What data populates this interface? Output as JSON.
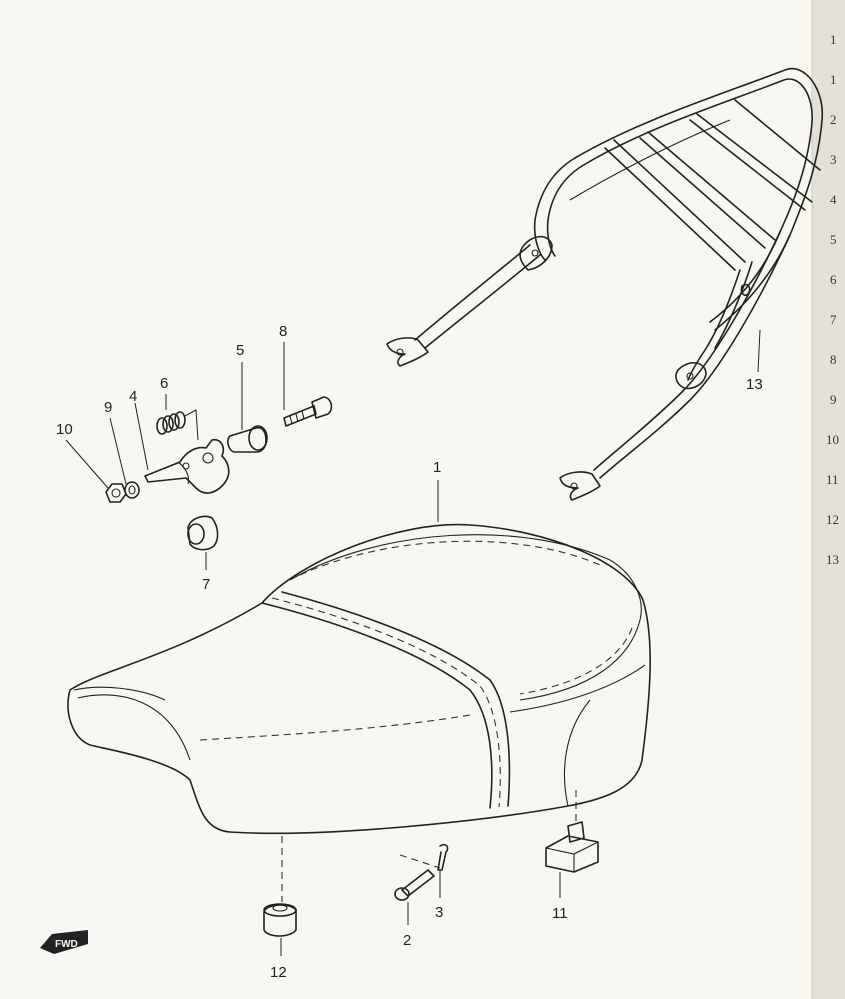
{
  "callouts": {
    "c1": "1",
    "c2": "2",
    "c3": "3",
    "c4": "4",
    "c5": "5",
    "c6": "6",
    "c7": "7",
    "c8": "8",
    "c9": "9",
    "c10": "10",
    "c11": "11",
    "c12": "12",
    "c13": "13"
  },
  "side_index": [
    "1",
    "1",
    "2",
    "3",
    "4",
    "5",
    "6",
    "7",
    "8",
    "9",
    "10",
    "11",
    "12",
    "13"
  ],
  "fwd_label": "FWD",
  "colors": {
    "paper": "#f7f6f1",
    "ink": "#222222",
    "page_edge": "#e4e2d8"
  }
}
